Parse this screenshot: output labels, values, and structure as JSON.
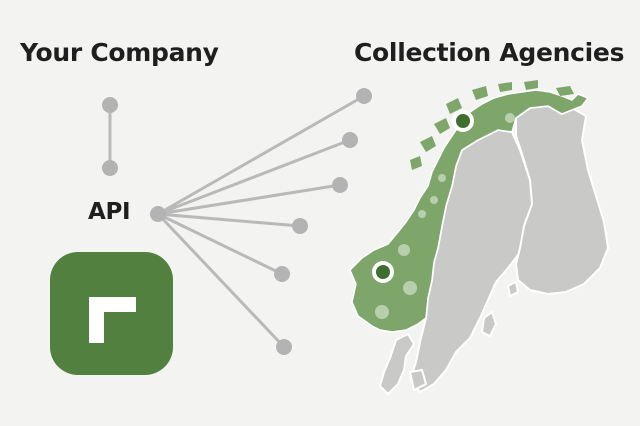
{
  "labels": {
    "your_company": "Your Company",
    "collection_agencies": "Collection Agencies",
    "api": "API"
  },
  "colors": {
    "background": "#f3f3f2",
    "text": "#1f1f1f",
    "brand_green": "#52803f",
    "map_green": "#7ea66a",
    "map_gray": "#c9c9c8",
    "connector": "#b9b9b9",
    "node": "#b3b3b3",
    "city_marker": "#3f6e2f",
    "dot_light": "#b8cfae"
  },
  "icons": {
    "logo": "bracket-corner-logo-icon",
    "map": "scandinavia-map-icon",
    "markers": "location-pin-icon"
  }
}
